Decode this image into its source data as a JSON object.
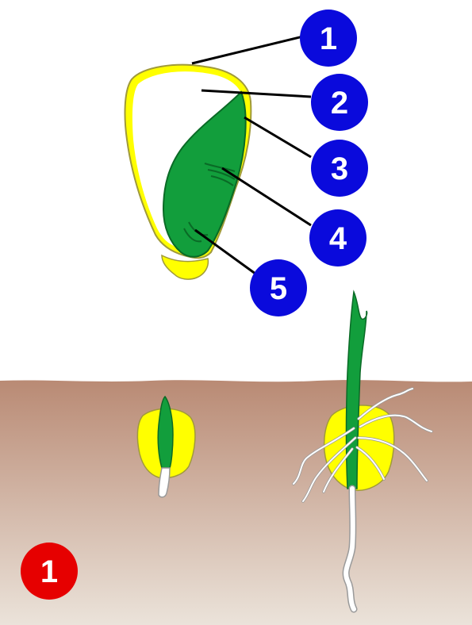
{
  "colors": {
    "callout_badge": "#0a0adc",
    "step_badge": "#e60000",
    "seed_coat": "#ffff00",
    "seed_outline": "#a09a3a",
    "embryo": "#129e3c",
    "embryo_dark": "#0a6a26",
    "soil_top": "#b98a74",
    "soil_bottom": "#ebe3da",
    "root": "#ffffff",
    "leader_line": "#000000"
  },
  "labels": {
    "callout_1": "1",
    "callout_2": "2",
    "callout_3": "3",
    "callout_4": "4",
    "callout_5": "5",
    "step_1": "1"
  }
}
